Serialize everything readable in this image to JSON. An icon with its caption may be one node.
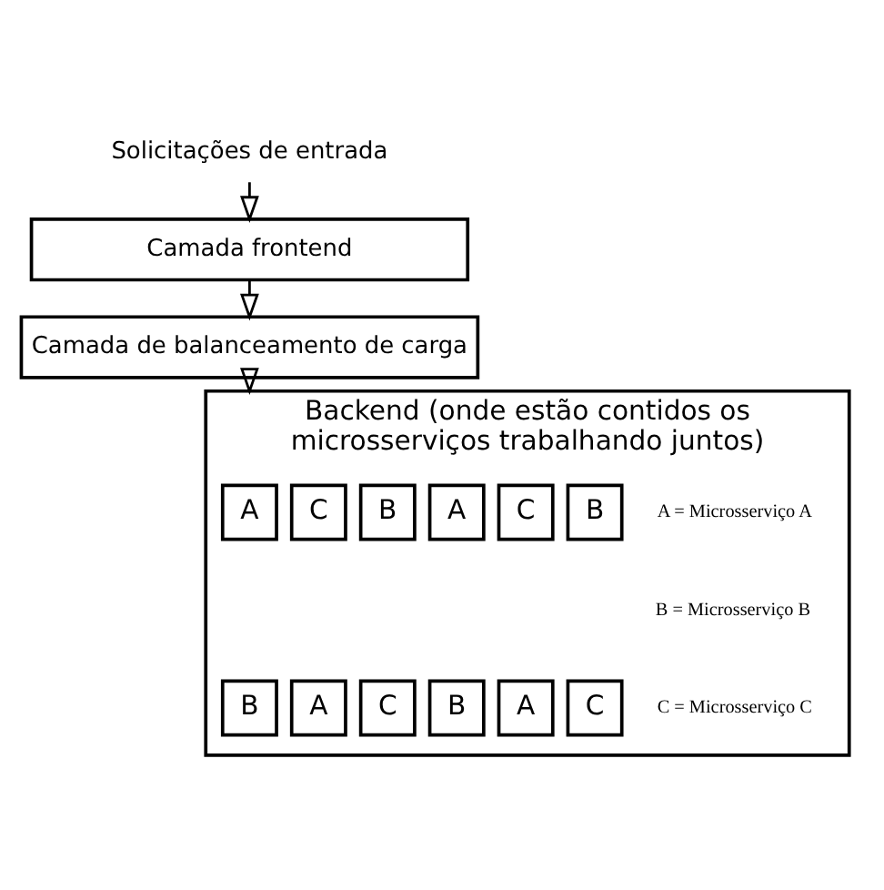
{
  "diagram": {
    "nodes": [
      {
        "text": [
          "Solicitações de entrada"
        ]
      },
      {
        "text": [
          "Camada frontend"
        ]
      },
      {
        "text": [
          "Camada de balanceamento de carga"
        ]
      },
      {
        "text": [
          "Backend (onde estão contidos os microsserviços trabalhando juntos)"
        ]
      },
      {
        "text": [
          "A"
        ],
        "in": 3
      },
      {
        "text": [
          "C"
        ],
        "in": 3
      },
      {
        "text": [
          "B"
        ],
        "in": 3
      },
      {
        "text": [
          "A"
        ],
        "in": 3
      },
      {
        "text": [
          "C"
        ],
        "in": 3
      },
      {
        "text": [
          "B"
        ],
        "in": 3
      },
      {
        "text": [
          "B"
        ],
        "in": 3
      },
      {
        "text": [
          "A"
        ],
        "in": 3
      },
      {
        "text": [
          "C"
        ],
        "in": 3
      },
      {
        "text": [
          "B"
        ],
        "in": 3
      },
      {
        "text": [
          "A"
        ],
        "in": 3
      },
      {
        "text": [
          "C"
        ],
        "in": 3
      }
    ],
    "edges": [
      {
        "from": 0,
        "to": 1,
        "arrow": "to"
      },
      {
        "from": 1,
        "to": 2,
        "arrow": "to"
      },
      {
        "from": 2,
        "to": 3,
        "arrow": "to"
      }
    ],
    "labels": [
      "A = Microsserviço A",
      "B = Microsserviço B",
      "C = Microsserviço C"
    ]
  }
}
